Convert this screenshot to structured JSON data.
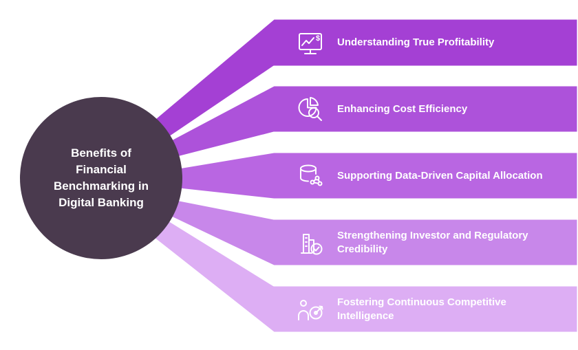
{
  "title": "Benefits of Financial Benchmarking in Digital Banking",
  "hub": {
    "label": "Benefits of\nFinancial\nBenchmarking in\nDigital Banking",
    "bg_color": "#4a3a4e",
    "text_color": "#ffffff"
  },
  "items": [
    {
      "label": "Understanding True Profitability",
      "icon": "monitor-dollar-chart-icon",
      "color": "#a440d4"
    },
    {
      "label": "Enhancing Cost Efficiency",
      "icon": "pie-chart-magnifier-icon",
      "color": "#ad52da"
    },
    {
      "label": "Supporting Data-Driven Capital Allocation",
      "icon": "database-network-icon",
      "color": "#b966e2"
    },
    {
      "label": "Strengthening Investor and Regulatory Credibility",
      "icon": "building-check-icon",
      "color": "#c887ea"
    },
    {
      "label": "Fostering Continuous Competitive Intelligence",
      "icon": "person-target-icon",
      "color": "#ddaef4"
    }
  ],
  "icon_dollar_glyph": "$"
}
